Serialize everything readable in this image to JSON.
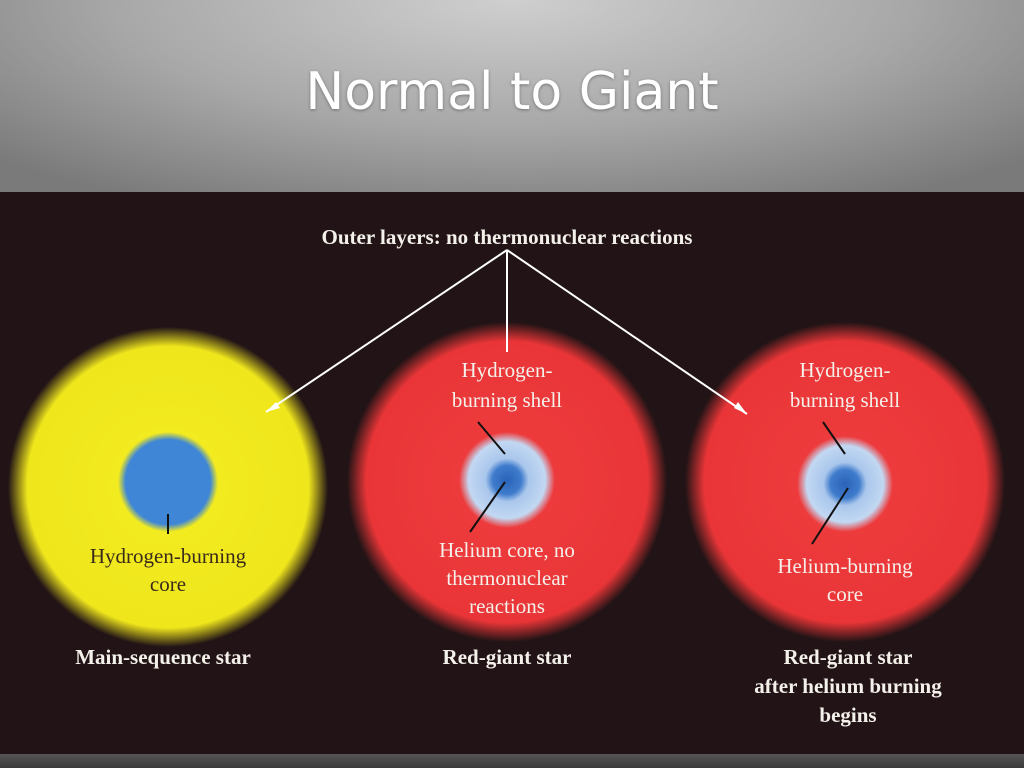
{
  "slide": {
    "title": "Normal to Giant"
  },
  "diagram": {
    "top_label": "Outer layers: no thermonuclear reactions",
    "stars": [
      {
        "inner_label": [
          "Hydrogen-burning",
          "core"
        ],
        "caption": [
          "Main-sequence star"
        ],
        "outer_color": "#f1ea1e",
        "core_color": "#3f86d6"
      },
      {
        "shell_label": [
          "Hydrogen-",
          "burning shell"
        ],
        "inner_label": [
          "Helium core, no",
          "thermonuclear",
          "reactions"
        ],
        "caption": [
          "Red-giant star"
        ],
        "outer_color": "#ee3a3c",
        "core_color": "#2f6cc2",
        "shell_color": "#b8d2f0"
      },
      {
        "shell_label": [
          "Hydrogen-",
          "burning shell"
        ],
        "inner_label": [
          "Helium-burning",
          "core"
        ],
        "caption": [
          "Red-giant star",
          "after helium burning",
          "begins"
        ],
        "outer_color": "#ee3a3c",
        "core_color": "#2f6cc2",
        "shell_color": "#b8d2f0"
      }
    ]
  }
}
